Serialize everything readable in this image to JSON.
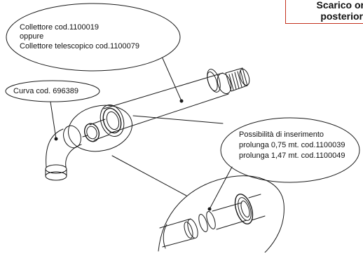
{
  "badge": {
    "line1": "Scarico or",
    "line2": "posterior",
    "border_color": "#c4321f"
  },
  "labels": {
    "collettore_line1": "Collettore cod.1100019",
    "collettore_line2": "oppure",
    "collettore_line3": "Collettore telescopico cod.1100079",
    "curva": "Curva cod. 696389",
    "prolunga_line1": "Possibilità di inserimento",
    "prolunga_line2": "prolunga 0,75 mt. cod.1100039",
    "prolunga_line3": "prolunga 1,47 mt. cod.1100049"
  }
}
